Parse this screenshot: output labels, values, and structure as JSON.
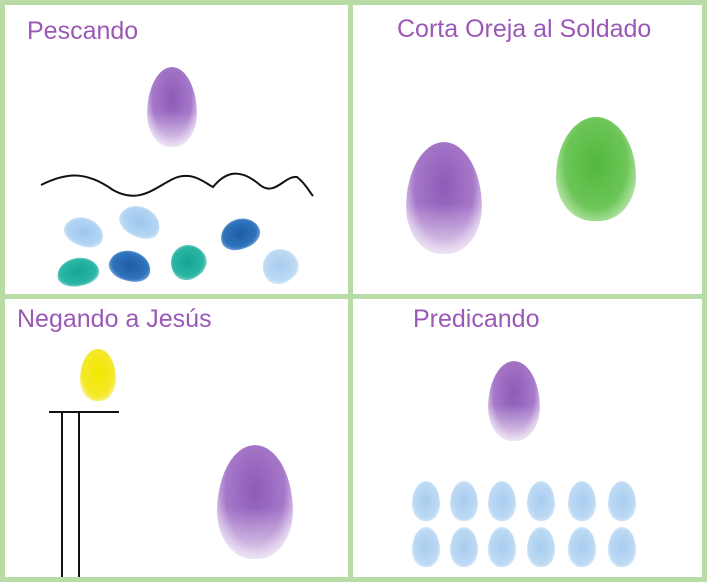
{
  "panels": {
    "fishing": {
      "title": "Pescando"
    },
    "ear": {
      "title": "Corta Oreja al Soldado"
    },
    "denying": {
      "title": "Negando a Jesús"
    },
    "preaching": {
      "title": "Predicando"
    }
  },
  "colors": {
    "border": "#b9dca7",
    "title_text": "#9b59b6",
    "purple_print": "#9b6ac4",
    "green_print": "#5fbf48",
    "yellow_print": "#f2e600",
    "light_blue_print": "#a9cff1",
    "dark_blue_print": "#2766b0",
    "teal_print": "#1fae9c",
    "line": "#111111"
  }
}
